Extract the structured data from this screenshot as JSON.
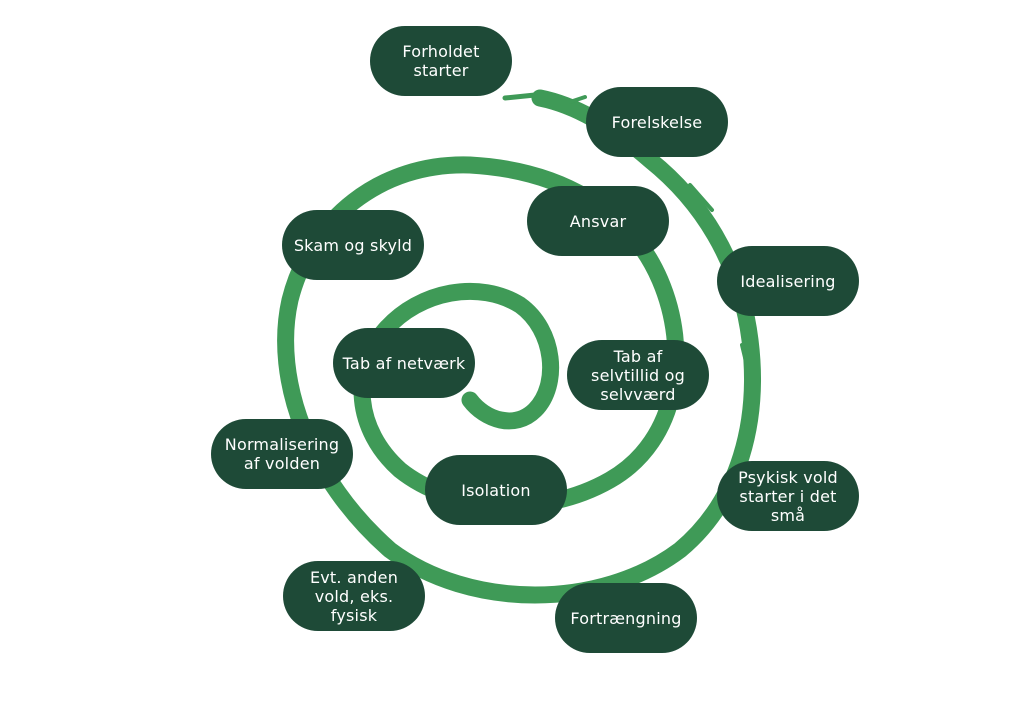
{
  "colors": {
    "node_fill": "#1e4a37",
    "node_text": "#ffffff",
    "spiral": "#3f9a57",
    "background": "#ffffff"
  },
  "nodes": {
    "forholdet_starter": "Forholdet\nstarter",
    "forelskelse": "Forelskelse",
    "ansvar": "Ansvar",
    "skam_og_skyld": "Skam og skyld",
    "idealisering": "Idealisering",
    "tab_af_netvaerk": "Tab af netværk",
    "tab_af_selvtillid": "Tab af\nselvtillid og\nselvværd",
    "normalisering": "Normalisering\naf volden",
    "isolation": "Isolation",
    "psykisk_vold": "Psykisk vold\nstarter i det\nsmå",
    "anden_vold": "Evt. anden\nvold, eks. fysisk",
    "fortraengning": "Fortrængning"
  }
}
